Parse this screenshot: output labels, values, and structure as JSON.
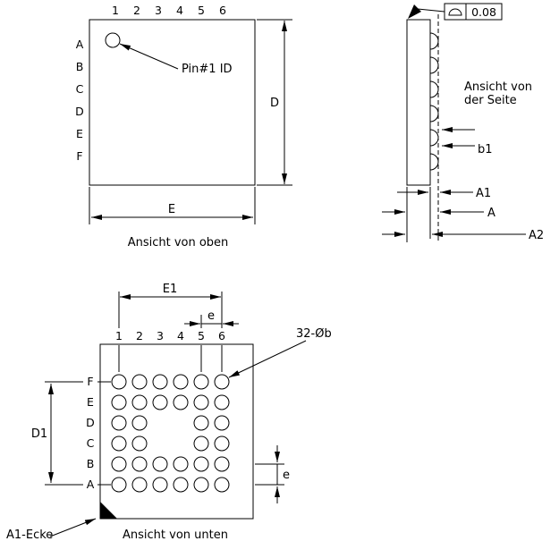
{
  "colors": {
    "background": "#ffffff",
    "line": "#000000",
    "text": "#000000"
  },
  "top_view": {
    "caption": "Ansicht von oben",
    "column_labels": [
      "1",
      "2",
      "3",
      "4",
      "5",
      "6"
    ],
    "row_labels": [
      "A",
      "B",
      "C",
      "D",
      "E",
      "F"
    ],
    "pin1_label": "Pin#1 ID",
    "dim_height": "D",
    "dim_width": "E"
  },
  "side_view": {
    "caption_line1": "Ansicht von",
    "caption_line2": "der Seite",
    "tolerance_value": "0.08",
    "dim_ball_width": "b1",
    "dim_standoff": "A1",
    "dim_total_height": "A",
    "dim_body_height": "A2"
  },
  "bottom_view": {
    "caption": "Ansicht von unten",
    "column_labels": [
      "1",
      "2",
      "3",
      "4",
      "5",
      "6"
    ],
    "row_labels": [
      "F",
      "E",
      "D",
      "C",
      "B",
      "A"
    ],
    "dim_ball_span_x": "E1",
    "dim_pitch_top": "e",
    "dim_pitch_right": "e",
    "dim_ball_span_y": "D1",
    "ball_callout": "32-Øb",
    "corner_label": "A1-Ecke"
  }
}
